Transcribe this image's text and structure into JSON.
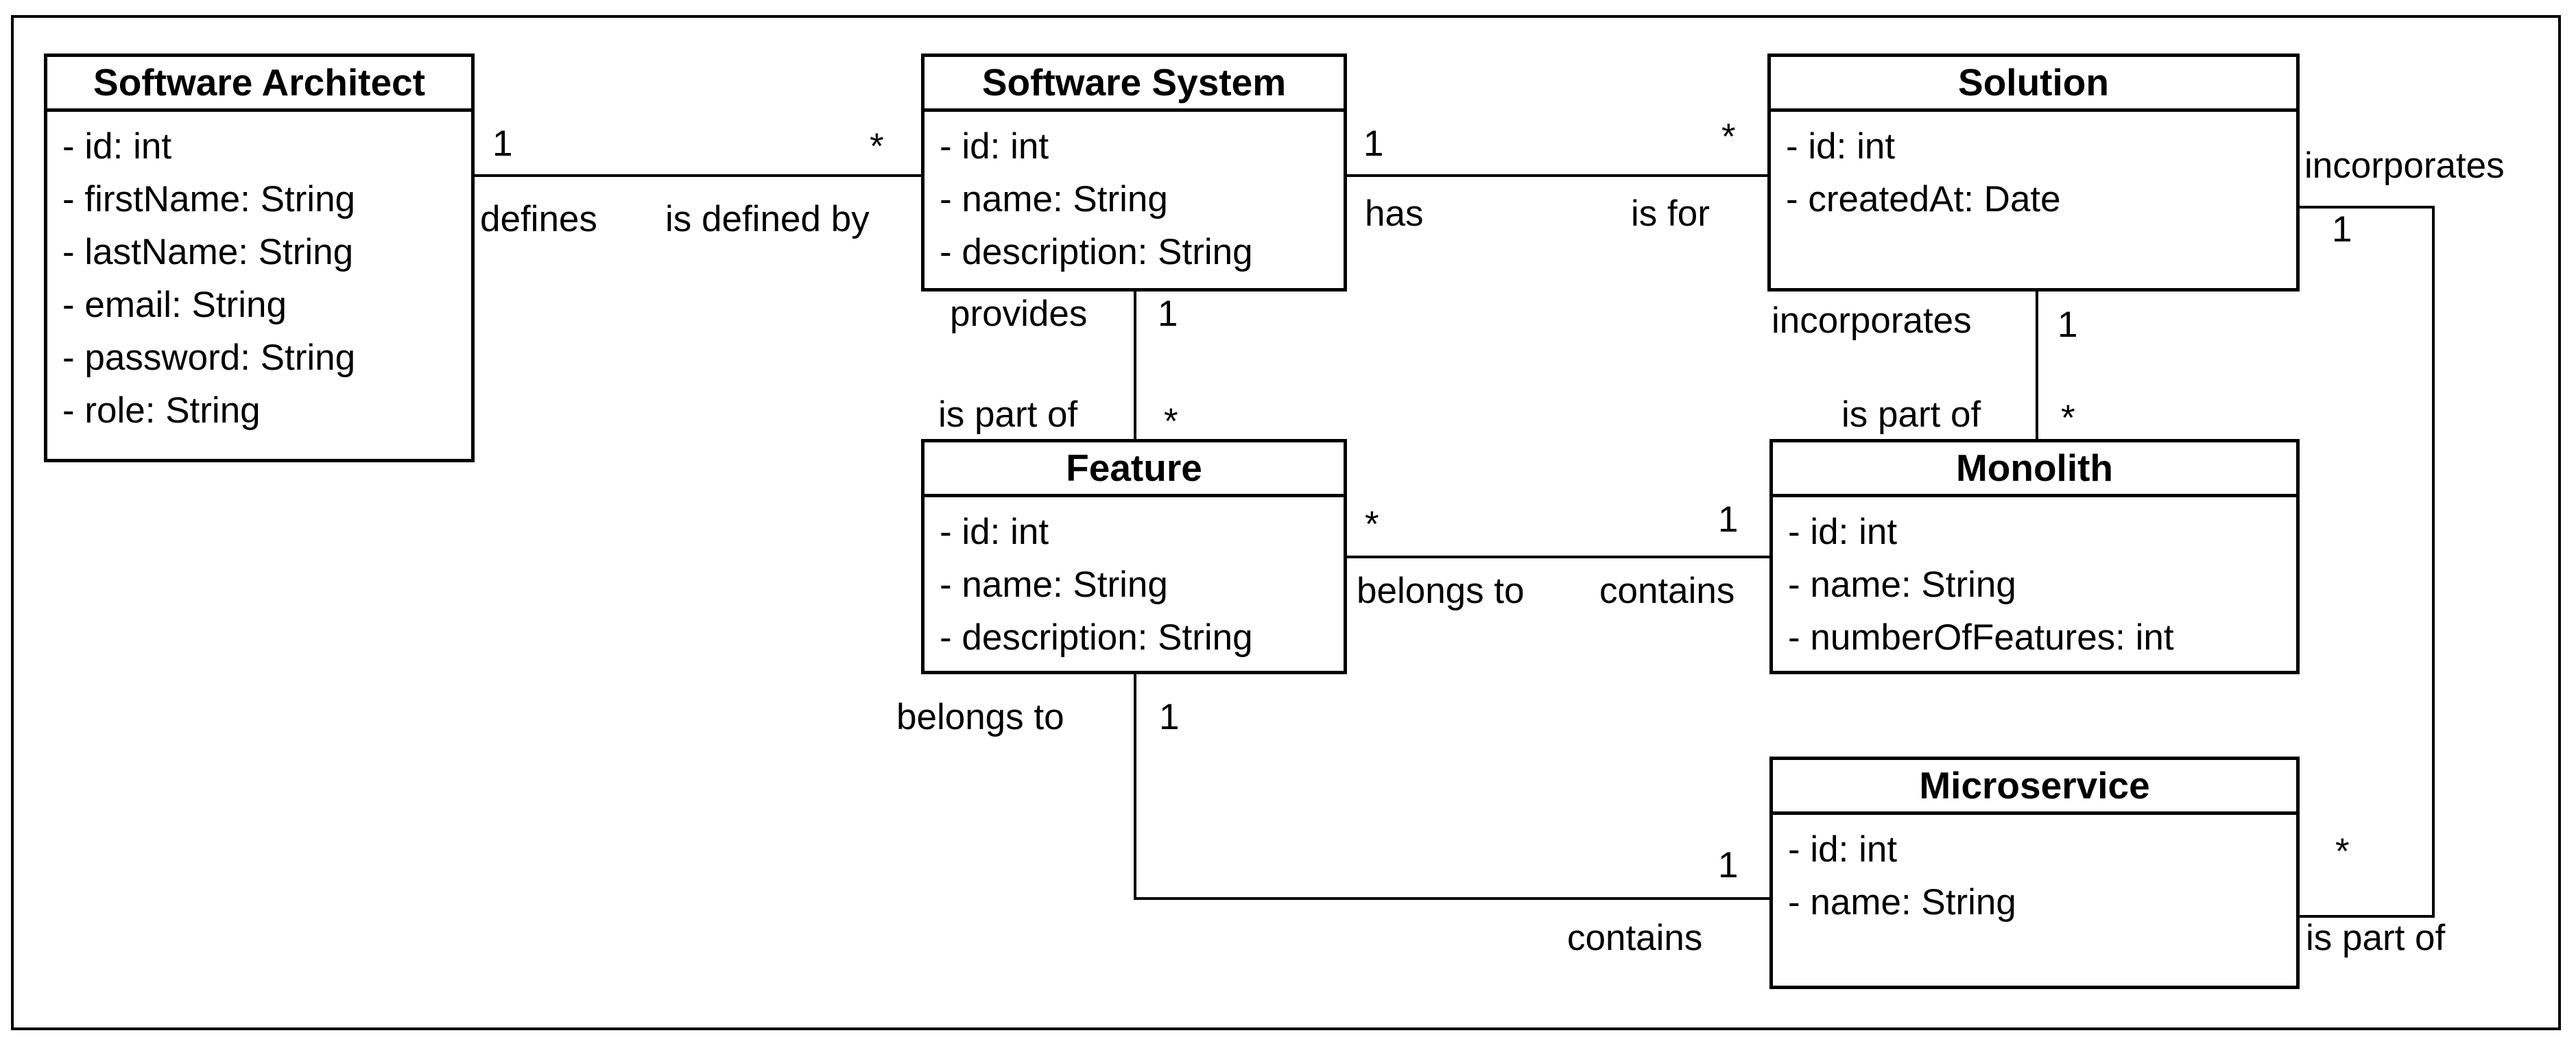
{
  "classes": {
    "software_architect": {
      "name": "Software Architect",
      "attributes": [
        "- id: int",
        "- firstName: String",
        "- lastName: String",
        "- email: String",
        "- password: String",
        "- role: String"
      ]
    },
    "software_system": {
      "name": "Software System",
      "attributes": [
        "- id: int",
        "- name: String",
        "- description: String"
      ]
    },
    "solution": {
      "name": "Solution",
      "attributes": [
        "- id: int",
        "- createdAt: Date"
      ]
    },
    "feature": {
      "name": "Feature",
      "attributes": [
        "- id: int",
        "- name: String",
        "- description: String"
      ]
    },
    "monolith": {
      "name": "Monolith",
      "attributes": [
        "- id: int",
        "- name: String",
        "- numberOfFeatures: int"
      ]
    },
    "microservice": {
      "name": "Microservice",
      "attributes": [
        "- id: int",
        "- name: String"
      ]
    }
  },
  "associations": {
    "architect_system": {
      "mult_a": "1",
      "mult_b": "*",
      "role_a": "defines",
      "role_b": "is defined by"
    },
    "system_solution": {
      "mult_a": "1",
      "mult_b": "*",
      "role_a": "has",
      "role_b": "is for"
    },
    "system_feature": {
      "mult_a": "1",
      "mult_b": "*",
      "role_a": "provides",
      "role_b": "is part of"
    },
    "solution_monolith": {
      "mult_a": "1",
      "mult_b": "*",
      "role_a": "incorporates",
      "role_b": "is part of"
    },
    "feature_monolith": {
      "mult_a": "*",
      "mult_b": "1",
      "role_a": "belongs to",
      "role_b": "contains"
    },
    "feature_microservice": {
      "mult_a": "1",
      "mult_b": "1",
      "role_a": "belongs to",
      "role_b": "contains"
    },
    "solution_microservice": {
      "mult_a": "1",
      "mult_b": "*",
      "role_a": "incorporates",
      "role_b": "is part of"
    }
  }
}
